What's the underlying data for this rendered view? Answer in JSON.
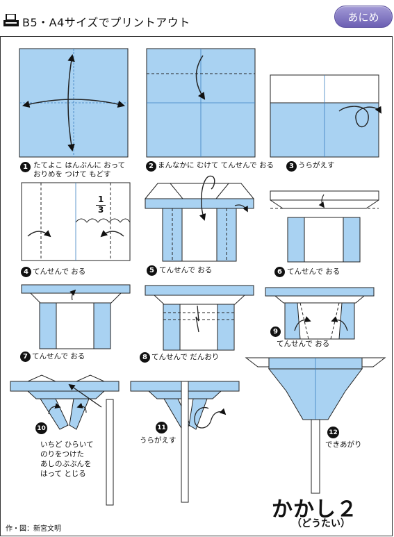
{
  "header": {
    "title": "B5・A4サイズでプリントアウト",
    "anime_button": "あにめ"
  },
  "steps": [
    {
      "number": "1",
      "text_lines": [
        "たてよこ はんぶんに おって",
        "おりめを つけて もどす"
      ]
    },
    {
      "number": "2",
      "text_lines": [
        "まんなかに むけて てんせんで おる"
      ]
    },
    {
      "number": "3",
      "text_lines": [
        "うらがえす"
      ]
    },
    {
      "number": "4",
      "text_lines": [
        "てんせんで おる"
      ],
      "fraction": {
        "numerator": "1",
        "denominator": "3"
      }
    },
    {
      "number": "5",
      "text_lines": [
        "てんせんで おる"
      ]
    },
    {
      "number": "6",
      "text_lines": [
        "てんせんで おる"
      ]
    },
    {
      "number": "7",
      "text_lines": [
        "てんせんで おる"
      ]
    },
    {
      "number": "8",
      "text_lines": [
        "てんせんで だんおり"
      ]
    },
    {
      "number": "9",
      "text_lines": [
        "てんせんで おる"
      ]
    },
    {
      "number": "10",
      "text_lines": [
        "いちど ひらいて",
        "のりをつけた",
        "あしのぶぶんを",
        "はって とじる"
      ]
    },
    {
      "number": "11",
      "text_lines": [
        "うらがえす"
      ]
    },
    {
      "number": "12",
      "text_lines": [
        "できあがり"
      ]
    }
  ],
  "final": {
    "title": "かかし２",
    "subtitle": "（どうたい）"
  },
  "credit": "作・図：新宮文明",
  "colors": {
    "paper_blue": "#a9d2f2",
    "paper_white": "#ffffff",
    "line": "#222222",
    "badge": "#111111",
    "accent_button": "#7b6fc0"
  }
}
